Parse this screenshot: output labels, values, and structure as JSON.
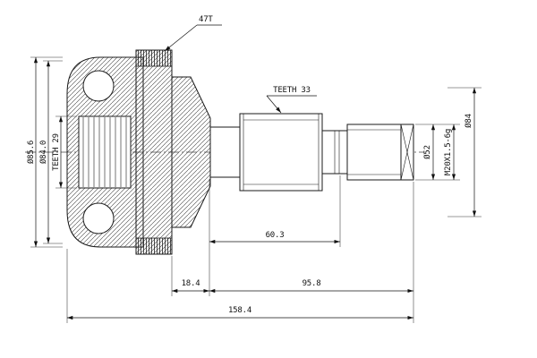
{
  "drawing": {
    "kind": "cv-joint-outline-technical-drawing",
    "colors": {
      "background": "#ffffff",
      "line": "#1a1a1a"
    },
    "labels": {
      "abs_teeth": "47T",
      "teeth_33": "TEETH 33",
      "teeth_29": "TEETH 29",
      "dia_85_6": "Ø85.6",
      "dia_84_0": "Ø84.0",
      "dia_84": "Ø84",
      "dia_52": "Ø52",
      "thread": "M20X1.5-6g",
      "len_60_3": "60.3",
      "len_18_4": "18.4",
      "len_95_8": "95.8",
      "len_158_4": "158.4"
    }
  }
}
